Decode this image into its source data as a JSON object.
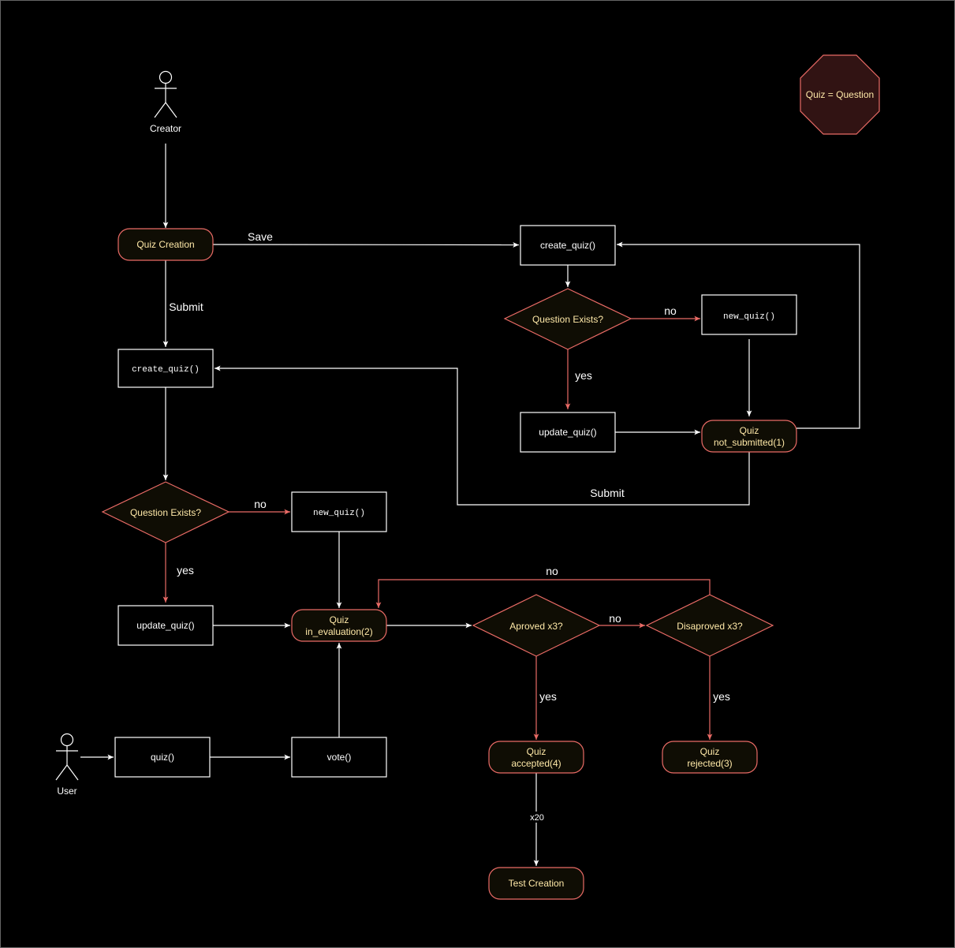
{
  "colors": {
    "background": "#000000",
    "white": "#ffffff",
    "red": "#ea6b66",
    "fill_dark": "#0f0d04",
    "legend_fill": "#311313",
    "label_text": "#ffe9a8"
  },
  "actors": {
    "creator": "Creator",
    "user": "User"
  },
  "legend": {
    "text": "Quiz = Question"
  },
  "nodes": {
    "quiz_creation": "Quiz Creation",
    "create_quiz_right": "create_quiz()",
    "question_exists_right": "Question Exists?",
    "new_quiz_right": "new_quiz()",
    "update_quiz_right": "update_quiz()",
    "not_submitted_line1": "Quiz",
    "not_submitted_line2": "not_submitted(1)",
    "create_quiz_left": "create_quiz()",
    "question_exists_left": "Question Exists?",
    "new_quiz_left": "new_quiz()",
    "update_quiz_left": "update_quiz()",
    "in_evaluation_line1": "Quiz",
    "in_evaluation_line2": "in_evaluation(2)",
    "approved": "Aproved x3?",
    "disapproved": "Disaproved x3?",
    "accepted_line1": "Quiz",
    "accepted_line2": "accepted(4)",
    "rejected_line1": "Quiz",
    "rejected_line2": "rejected(3)",
    "test_creation": "Test Creation",
    "quiz_fn": "quiz()",
    "vote_fn": "vote()"
  },
  "edge_labels": {
    "save": "Save",
    "submit_left": "Submit",
    "no_right": "no",
    "yes_right": "yes",
    "submit_bottom": "Submit",
    "no_left": "no",
    "yes_left": "yes",
    "no_top": "no",
    "no_mid": "no",
    "yes_approved": "yes",
    "yes_disapproved": "yes",
    "x20": "x20"
  }
}
